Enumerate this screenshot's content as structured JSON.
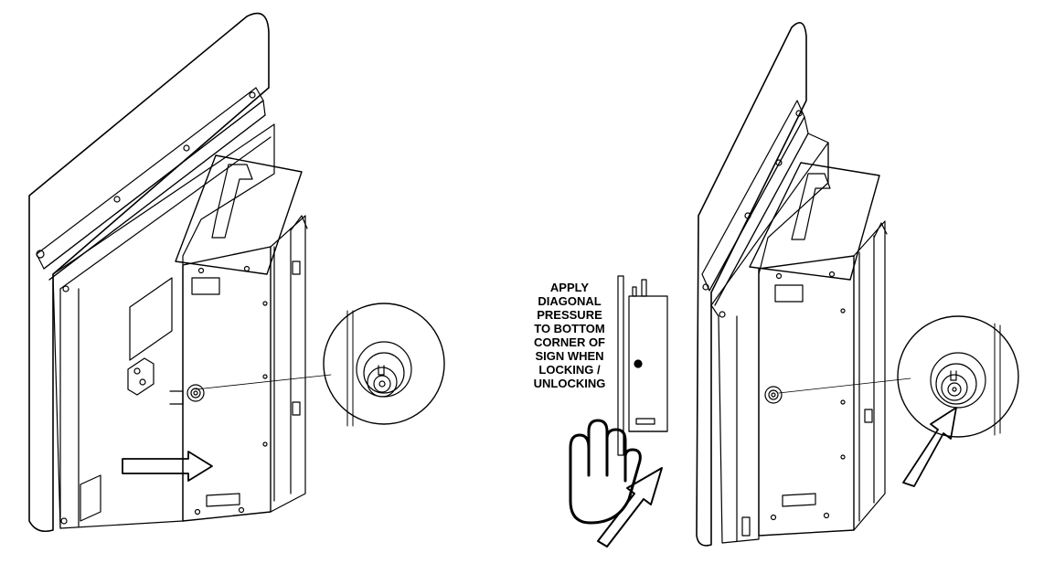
{
  "instruction": {
    "lines": [
      "APPLY",
      "DIAGONAL",
      "PRESSURE",
      "TO BOTTOM",
      "CORNER OF",
      "SIGN WHEN",
      "LOCKING /",
      "UNLOCKING"
    ]
  }
}
